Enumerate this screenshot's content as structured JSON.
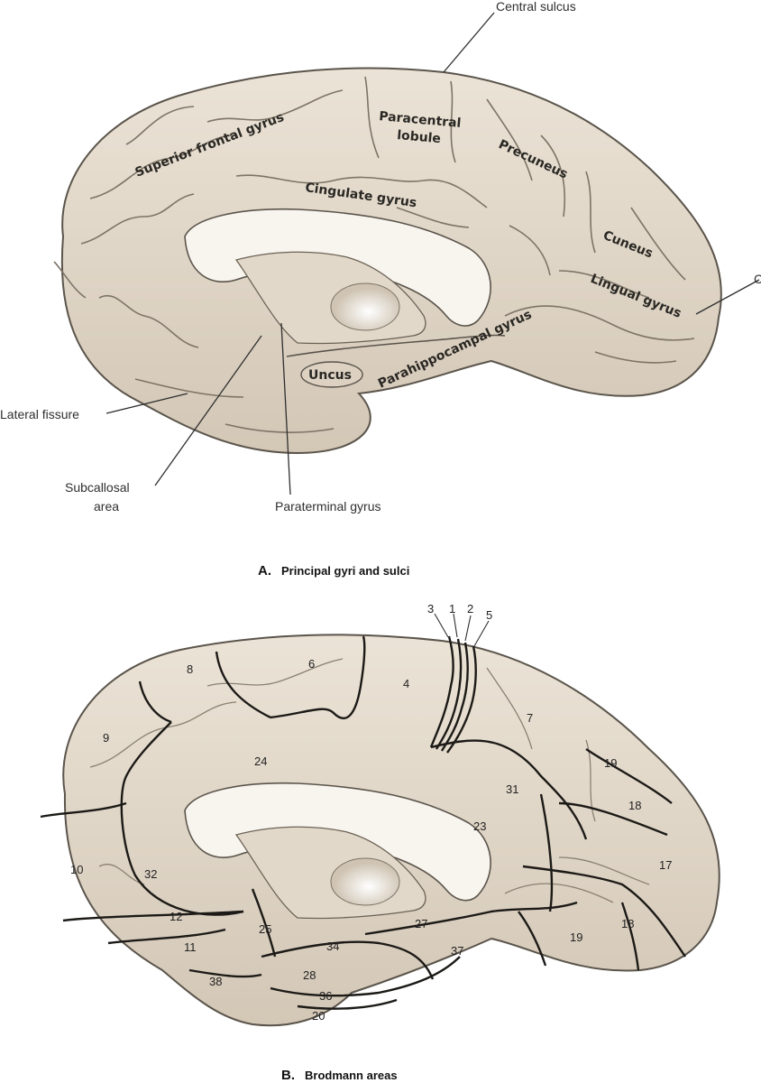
{
  "panel_a": {
    "gyri": {
      "superior_frontal": "Superior frontal gyrus",
      "paracentral_1": "Paracentral",
      "paracentral_2": "lobule",
      "precuneus": "Precuneus",
      "cingulate": "Cingulate gyrus",
      "cuneus": "Cuneus",
      "lingual": "Lingual gyrus",
      "parahippocampal": "Parahippocampal gyrus",
      "uncus": "Uncus"
    },
    "leaders": {
      "central_sulcus": "Central sulcus",
      "lateral_fissure": "Lateral fissure",
      "subcallosal_1": "Subcallosal",
      "subcallosal_2": "area",
      "paraterminal": "Paraterminal gyrus",
      "calcarine_partial": "C"
    },
    "caption_letter": "A.",
    "caption_text": "Principal gyri and sulci"
  },
  "panel_b": {
    "areas": {
      "a3": "3",
      "a1": "1",
      "a2": "2",
      "a5": "5",
      "a8": "8",
      "a6": "6",
      "a4": "4",
      "a7": "7",
      "a9": "9",
      "a24": "24",
      "a19a": "19",
      "a18a": "18",
      "a31": "31",
      "a23": "23",
      "a10": "10",
      "a32": "32",
      "a17": "17",
      "a12": "12",
      "a11": "11",
      "a25": "25",
      "a34": "34",
      "a27": "27",
      "a37": "37",
      "a19b": "19",
      "a18b": "18",
      "a38": "38",
      "a28": "28",
      "a36": "36",
      "a20": "20"
    },
    "caption_letter": "B.",
    "caption_text": "Brodmann areas"
  }
}
